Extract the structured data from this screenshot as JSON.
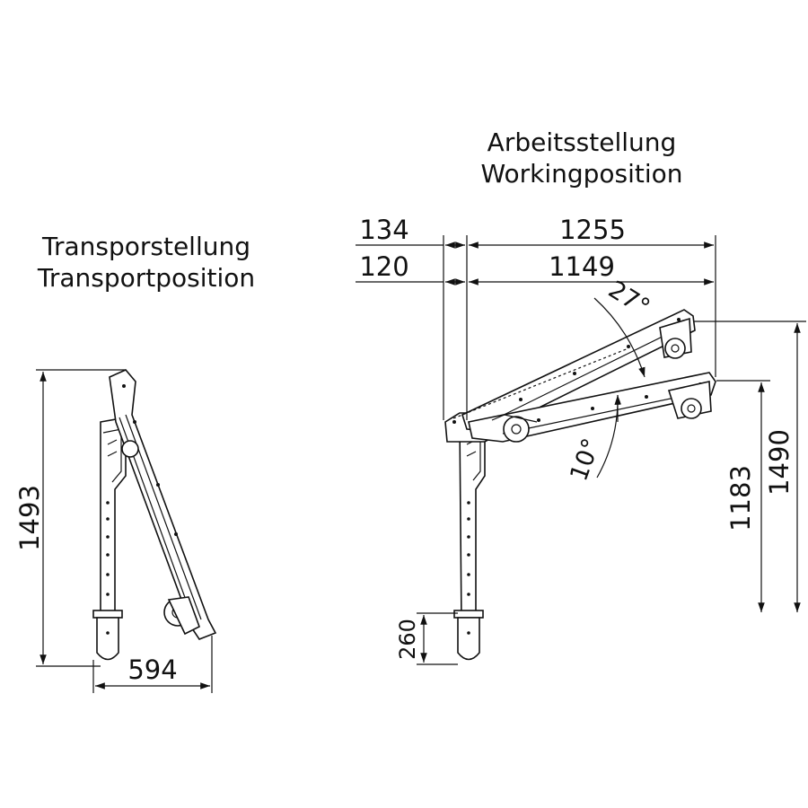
{
  "transport": {
    "title_line1": "Transporstellung",
    "title_line2": "Transportposition",
    "height": "1493",
    "width": "594"
  },
  "working": {
    "title_line1": "Arbeitsstellung",
    "title_line2": "Workingposition",
    "offset_upper": "134",
    "offset_lower": "120",
    "reach_upper": "1255",
    "reach_lower": "1149",
    "angle_upper": "27°",
    "angle_lower": "10°",
    "height_lower_arm": "1183",
    "height_upper_arm": "1490",
    "socket_depth": "260"
  },
  "colors": {
    "line": "#111111",
    "background": "#ffffff"
  }
}
